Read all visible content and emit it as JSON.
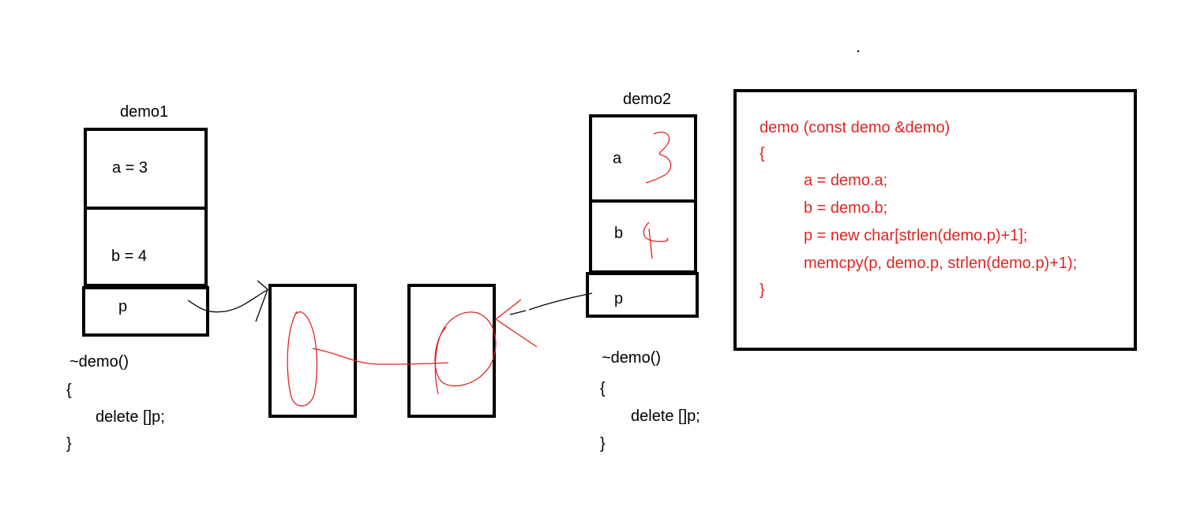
{
  "demo1": {
    "title": "demo1",
    "field_a": "a = 3",
    "field_b": "b = 4",
    "field_p": "p",
    "destructor": [
      "~demo()",
      "{",
      "delete []p;",
      "}"
    ]
  },
  "demo2": {
    "title": "demo2",
    "field_a": "a",
    "field_b": "b",
    "field_p": "p",
    "handwritten_a": "3",
    "handwritten_b": "4",
    "destructor": [
      "~demo()",
      "{",
      "delete []p;",
      "}"
    ]
  },
  "copy_constructor": {
    "lines": [
      "demo (const demo &demo)",
      "{",
      "a = demo.a;",
      "b = demo.b;",
      "p = new char[strlen(demo.p)+1];",
      "memcpy(p, demo.p, strlen(demo.p)+1);",
      "}"
    ],
    "color": "#e02424"
  },
  "colors": {
    "ink": "#000000",
    "annotation": "#e02424"
  }
}
